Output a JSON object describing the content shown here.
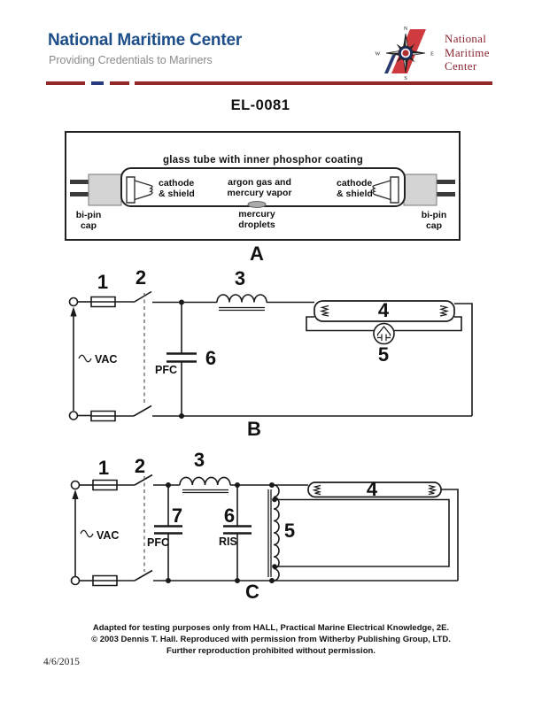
{
  "page": {
    "code": "EL-0081"
  },
  "header": {
    "title": "National Maritime Center",
    "subtitle": "Providing Credentials to Mariners",
    "logo": {
      "line1": "National",
      "line2": "Maritime",
      "line3": "Center",
      "n": "N",
      "e": "E",
      "s": "S",
      "w": "W"
    }
  },
  "figure_a": {
    "label": "A",
    "glass_tube_label": "glass tube with inner phosphor coating",
    "argon_label_line1": "argon gas and",
    "argon_label_line2": "mercury vapor",
    "mercury_label_line1": "mercury",
    "mercury_label_line2": "droplets",
    "cathode_label_line1": "cathode",
    "cathode_label_line2": "& shield",
    "bipin_label_line1": "bi-pin",
    "bipin_label_line2": "cap"
  },
  "figure_b": {
    "label": "B",
    "source_label": "VAC",
    "pfc_label": "PFC",
    "ref1": "1",
    "ref2": "2",
    "ref3": "3",
    "ref4": "4",
    "ref5": "5",
    "ref6": "6"
  },
  "figure_c": {
    "label": "C",
    "source_label": "VAC",
    "pfc_label": "PFC",
    "ris_label": "RIS",
    "ref1": "1",
    "ref2": "2",
    "ref3": "3",
    "ref4": "4",
    "ref5": "5",
    "ref6": "6",
    "ref7": "7"
  },
  "footer": {
    "line1": "Adapted for testing purposes only from HALL, Practical Marine Electrical Knowledge, 2E.",
    "line2": "© 2003 Dennis T. Hall. Reproduced with permission from Witherby Publishing Group, LTD.",
    "line3": "Further reproduction prohibited without permission.",
    "date": "4/6/2015"
  },
  "colors": {
    "title_blue": "#1d4e89",
    "subtitle_gray": "#8a8a8a",
    "rule_maroon": "#942828",
    "rule_blue": "#2a3a80",
    "logo_red": "#cf3a3f",
    "logo_stripe_blue": "#2b3a70",
    "logo_text_maroon": "#8b2633",
    "ink": "#1a1a1a"
  }
}
